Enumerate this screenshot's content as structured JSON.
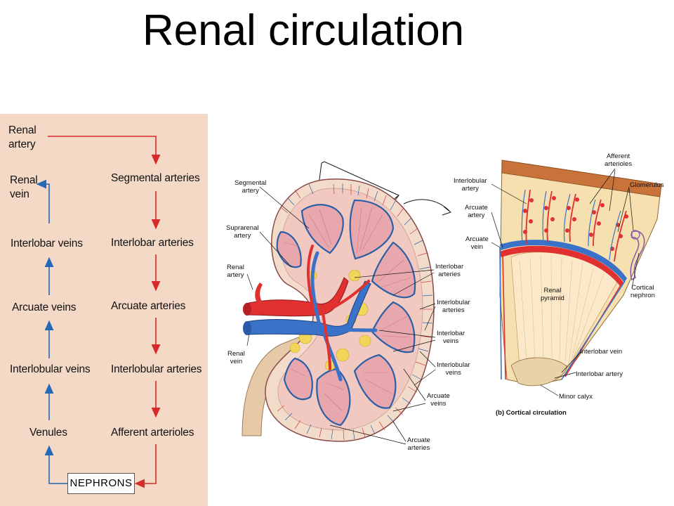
{
  "title": "Renal circulation",
  "flowchart": {
    "arterial": {
      "renal_artery": "Renal\nartery",
      "segmental_arteries": "Segmental arteries",
      "interlobar_arteries": "Interlobar arteries",
      "arcuate_arteries": "Arcuate arteries",
      "interlobular_arteries": "Interlobular arteries",
      "afferent_arterioles": "Afferent arterioles"
    },
    "nephrons": "NEPHRONS",
    "venous": {
      "venules": "Venules",
      "interlobular_veins": "Interlobular veins",
      "arcuate_veins": "Arcuate veins",
      "interlobar_veins": "Interlobar veins",
      "renal_vein": "Renal\nvein"
    },
    "colors": {
      "artery_arrow": "#d62b2b",
      "vein_arrow": "#2468b8",
      "panel_bg": "#f4d9c6"
    }
  },
  "kidney_labels": {
    "segmental_artery": "Segmental\nartery",
    "suprarenal_artery": "Suprarenal\nartery",
    "renal_artery": "Renal\nartery",
    "renal_vein": "Renal\nvein",
    "interlobar_arteries": "Interlobar\narteries",
    "interlobular_arteries": "Interlobular\narteries",
    "interlobar_veins": "Interlobar\nveins",
    "interlobular_veins": "Interlobular\nveins",
    "arcuate_veins": "Arcuate\nveins",
    "arcuate_arteries": "Arcuate\narteries"
  },
  "cortical_labels": {
    "interlobular_artery": "Interlobular\nartery",
    "arcuate_artery": "Arcuate\nartery",
    "arcuate_vein": "Arcuate\nvein",
    "afferent_arterioles": "Afferent\narterioles",
    "glomerulus": "Glomerulus",
    "renal_pyramid": "Renal\npyramid",
    "cortical_nephron": "Cortical\nnephron",
    "interlobar_vein": "Interlobar vein",
    "interlobar_artery": "Interlobar artery",
    "minor_calyx": "Minor calyx",
    "caption": "(b) Cortical circulation"
  }
}
